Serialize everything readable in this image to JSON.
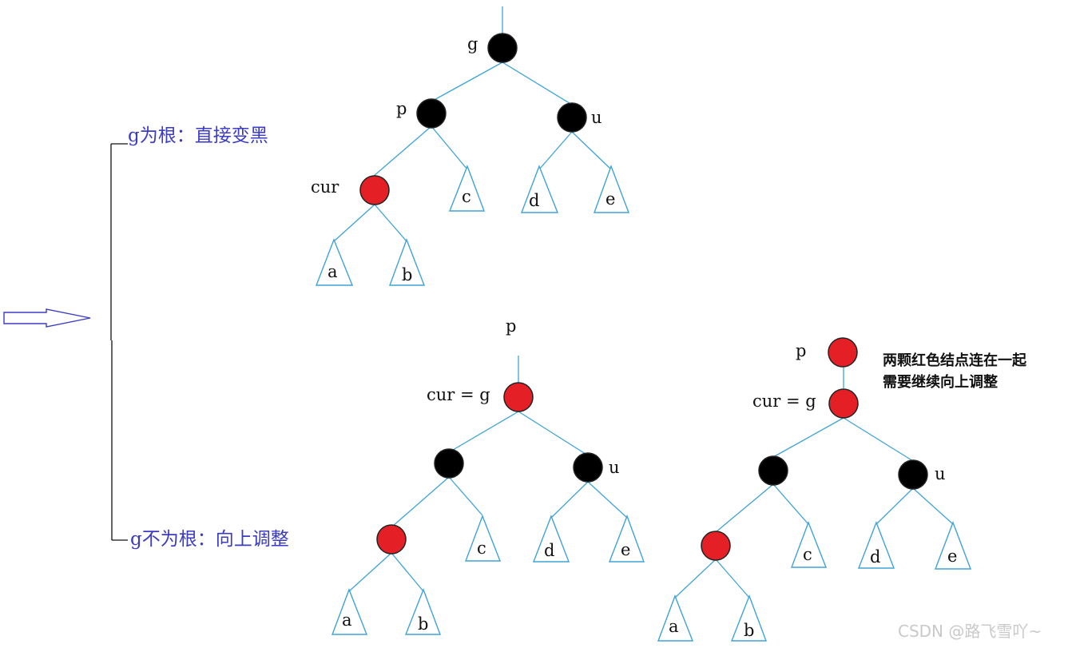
{
  "colors": {
    "edge": "#3ea3d6",
    "black_node": "#000000",
    "red_node": "#e51f26",
    "caption": "#3b3bc4",
    "arrow": "#3b3bc4",
    "bracket": "#111111",
    "watermark": "#c9c9c9"
  },
  "arrow_icon": "double-right-arrow",
  "captions": {
    "root_case": "g为根：直接变黑",
    "non_root_case": "g不为根：向上调整"
  },
  "trees": {
    "top": {
      "g_label": "g",
      "p_label": "p",
      "u_label": "u",
      "cur_label": "cur",
      "leaves": [
        "a",
        "b",
        "c",
        "d",
        "e"
      ]
    },
    "bottom_left": {
      "parent_label": "p",
      "cur_label": "cur = g",
      "u_label": "u",
      "leaves": [
        "a",
        "b",
        "c",
        "d",
        "e"
      ]
    },
    "bottom_right": {
      "parent_label": "p",
      "cur_label": "cur = g",
      "u_label": "u",
      "leaves": [
        "a",
        "b",
        "c",
        "d",
        "e"
      ],
      "note_line1": "两颗红色结点连在一起",
      "note_line2": "需要继续向上调整"
    }
  },
  "watermark": "CSDN @路飞雪吖~"
}
